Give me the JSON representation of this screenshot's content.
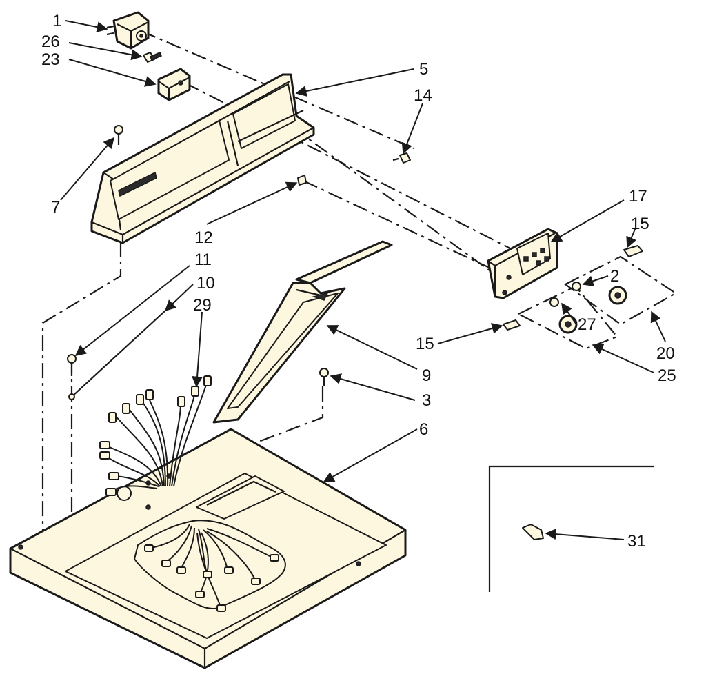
{
  "callouts": {
    "c1": "1",
    "c26": "26",
    "c23": "23",
    "c5": "5",
    "c14": "14",
    "c7": "7",
    "c12": "12",
    "c17": "17",
    "c15a": "15",
    "c2": "2",
    "c11": "11",
    "c10": "10",
    "c29": "29",
    "c27": "27",
    "c20": "20",
    "c15b": "15",
    "c9": "9",
    "c25": "25",
    "c3": "3",
    "c6": "6",
    "c31": "31"
  },
  "colors": {
    "line": "#1a1a1a",
    "part_fill": "#fdf7df",
    "background": "#ffffff"
  }
}
